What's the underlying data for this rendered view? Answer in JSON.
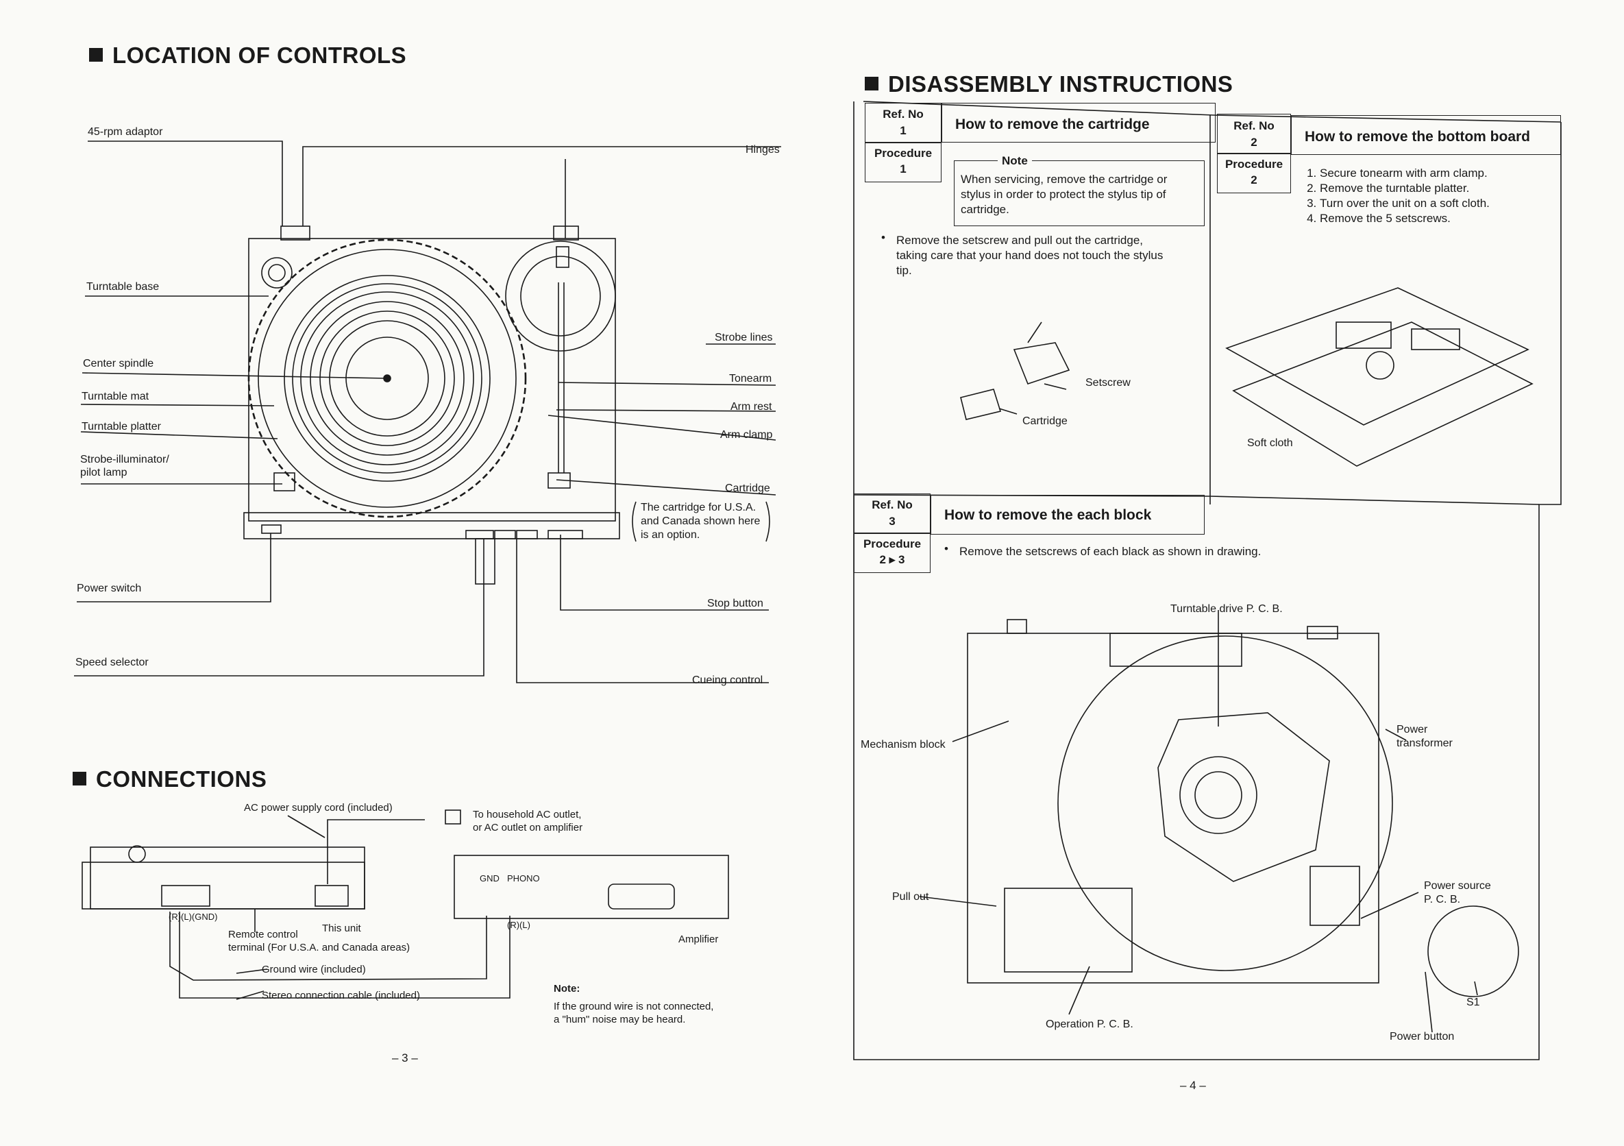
{
  "left_page": {
    "location_heading": "LOCATION OF CONTROLS",
    "controls_labels": {
      "adaptor": "45-rpm adaptor",
      "hinges": "Hinges",
      "turntable_base": "Turntable base",
      "strobe_lines": "Strobe lines",
      "center_spindle": "Center spindle",
      "tonearm": "Tonearm",
      "turntable_mat": "Turntable mat",
      "arm_rest": "Arm rest",
      "turntable_platter": "Turntable platter",
      "arm_clamp": "Arm clamp",
      "strobe_illuminator_1": "Strobe-illuminator/",
      "strobe_illuminator_2": "pilot lamp",
      "cartridge": "Cartridge",
      "cartridge_note_1": "The cartridge for U.S.A.",
      "cartridge_note_2": "and Canada shown here",
      "cartridge_note_3": "is an option.",
      "power_switch": "Power switch",
      "stop_button": "Stop button",
      "speed_selector": "Speed selector",
      "cueing_control": "Cueing control"
    },
    "connections_heading": "CONNECTIONS",
    "connections_labels": {
      "ac_cord": "AC power supply cord (included)",
      "outlet_1": "To household AC outlet,",
      "outlet_2": "or AC outlet on amplifier",
      "rlgnd": "(R)(L)(GND)",
      "this_unit": "This unit",
      "remote_1": "Remote control",
      "remote_2": "terminal (For U.S.A. and Canada areas)",
      "ground_wire": "Ground wire (included)",
      "stereo_cable": "Stereo connection cable (included)",
      "gnd": "GND",
      "phono": "PHONO",
      "rl": "(R)(L)",
      "amplifier": "Amplifier",
      "note_title": "Note:",
      "note_1": "If the ground wire is not connected,",
      "note_2": "a \"hum\" noise may be heard."
    },
    "page_number": "– 3 –"
  },
  "right_page": {
    "disassembly_heading": "DISASSEMBLY INSTRUCTIONS",
    "ref_no_label": "Ref. No",
    "procedure_label": "Procedure",
    "section1": {
      "ref": "1",
      "title": "How to remove the cartridge",
      "procedure": "1",
      "note_title": "Note",
      "note_1": "When servicing, remove the cartridge or",
      "note_2": "stylus in order to protect the stylus tip of",
      "note_3": "cartridge.",
      "bullet_1": "Remove the setscrew and pull out the cartridge,",
      "bullet_2": "taking care that your hand does not touch the stylus",
      "bullet_3": "tip.",
      "setscrew": "Setscrew",
      "cartridge": "Cartridge"
    },
    "section2": {
      "ref": "2",
      "title": "How to remove the bottom board",
      "procedure": "2",
      "steps": [
        "Secure tonearm with arm clamp.",
        "Remove the turntable platter.",
        "Turn over the unit on a soft cloth.",
        "Remove the 5 setscrews."
      ],
      "soft_cloth": "Soft cloth"
    },
    "section3": {
      "ref": "3",
      "title": "How to remove the each block",
      "procedure": "2 ▸ 3",
      "bullet": "Remove the setscrews of each black as shown in drawing.",
      "drive_pcb": "Turntable drive P. C. B.",
      "power_transformer_1": "Power",
      "power_transformer_2": "transformer",
      "mechanism_block": "Mechanism block",
      "pull_out": "Pull out",
      "power_source_1": "Power source",
      "power_source_2": "P. C. B.",
      "s1": "S1",
      "operation_pcb": "Operation P. C. B.",
      "power_button": "Power button"
    },
    "page_number": "– 4 –"
  }
}
